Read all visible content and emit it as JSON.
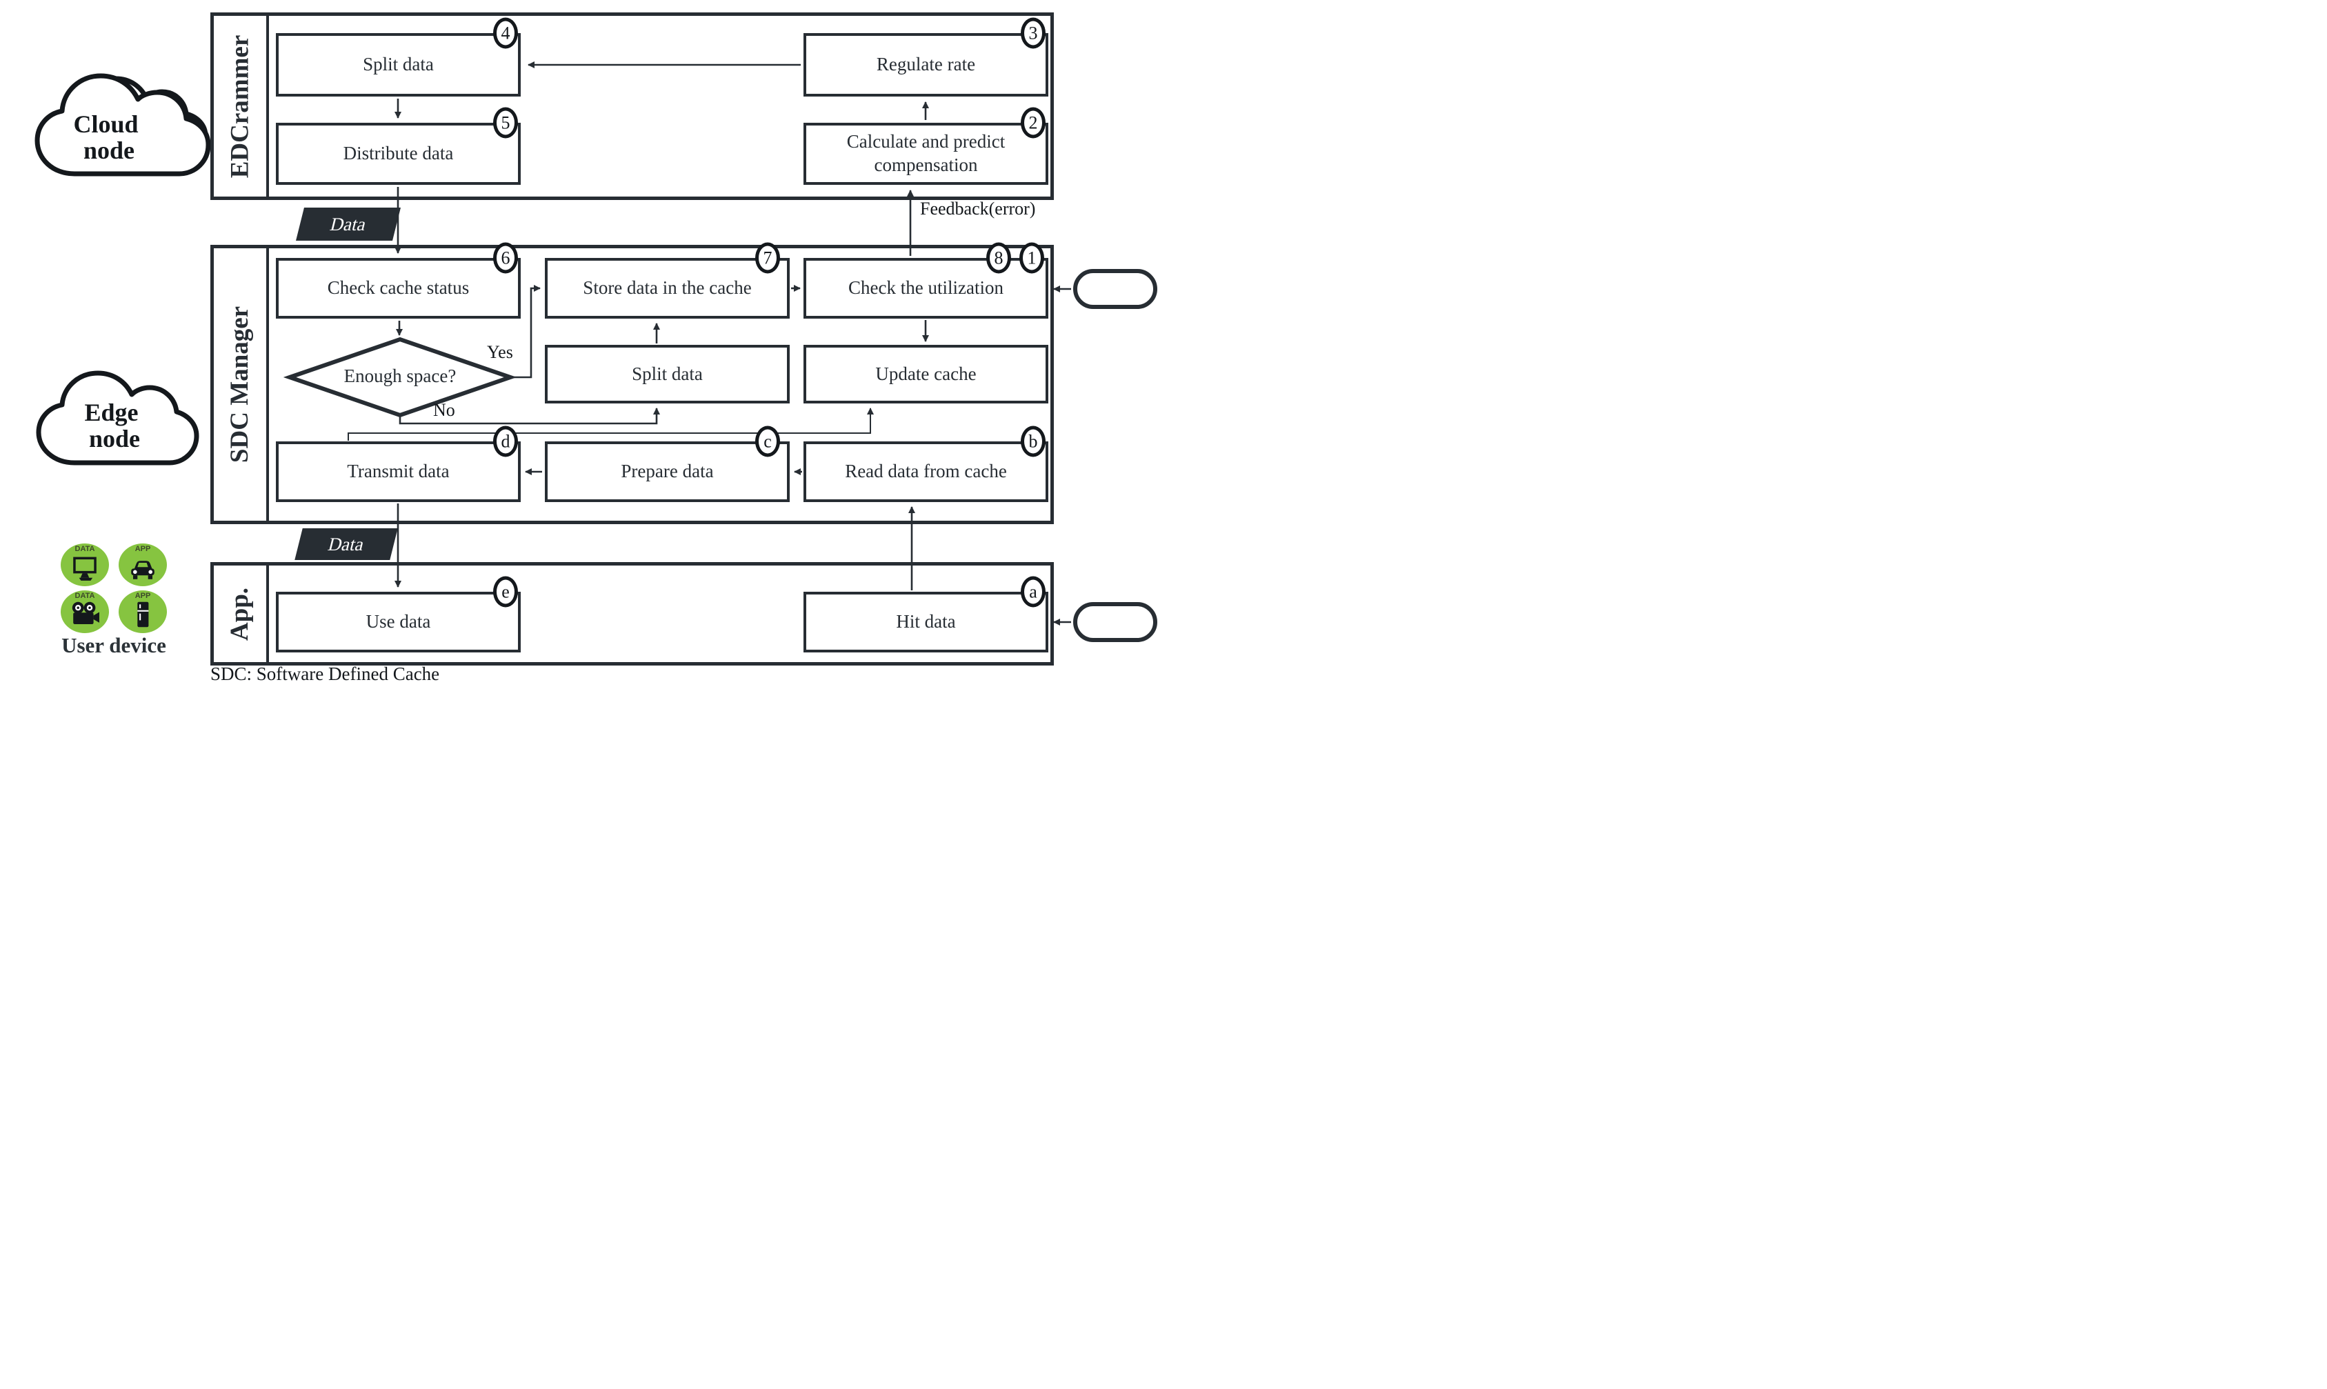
{
  "colors": {
    "ink": "#272d33",
    "device_green": "#86c440",
    "paper": "#ffffff"
  },
  "clouds": {
    "cloud_node": {
      "line1": "Cloud",
      "line2": "node"
    },
    "edge_node": {
      "line1": "Edge",
      "line2": "node"
    }
  },
  "edcrammer": {
    "label": "EDCrammer",
    "boxes": {
      "split_data": {
        "label": "Split data",
        "badge": "4"
      },
      "regulate_rate": {
        "label": "Regulate rate",
        "badge": "3"
      },
      "distribute_data": {
        "label": "Distribute data",
        "badge": "5"
      },
      "compensation": {
        "line1": "Calculate and predict",
        "line2": "compensation",
        "badge": "2"
      }
    }
  },
  "sdc": {
    "label": "SDC Manager",
    "boxes": {
      "check_cache_status": {
        "label": "Check cache status",
        "badge": "6"
      },
      "store_data": {
        "label": "Store data in the cache",
        "badge": "7"
      },
      "check_utilization": {
        "label": "Check the utilization",
        "badges": [
          "8",
          "1"
        ]
      },
      "enough_space": {
        "label": "Enough space?",
        "yes": "Yes",
        "no": "No"
      },
      "split_data": {
        "label": "Split data"
      },
      "update_cache": {
        "label": "Update cache"
      },
      "transmit_data": {
        "label": "Transmit data",
        "badge": "d"
      },
      "prepare_data": {
        "label": "Prepare data",
        "badge": "c"
      },
      "read_data": {
        "label": "Read data from cache",
        "badge": "b"
      }
    }
  },
  "app": {
    "label": "App.",
    "boxes": {
      "use_data": {
        "label": "Use data",
        "badge": "e"
      },
      "hit_data": {
        "label": "Hit data",
        "badge": "a"
      }
    }
  },
  "connectors": {
    "data_top": "Data",
    "data_bottom": "Data",
    "feedback": "Feedback(error)"
  },
  "user_device": {
    "label": "User device",
    "icons": [
      {
        "badge": "DATA",
        "icon": "monitor-icon"
      },
      {
        "badge": "APP",
        "icon": "car-icon"
      },
      {
        "badge": "DATA",
        "icon": "video-camera-icon"
      },
      {
        "badge": "APP",
        "icon": "refrigerator-icon"
      }
    ]
  },
  "footer": {
    "note": "SDC: Software Defined Cache"
  }
}
